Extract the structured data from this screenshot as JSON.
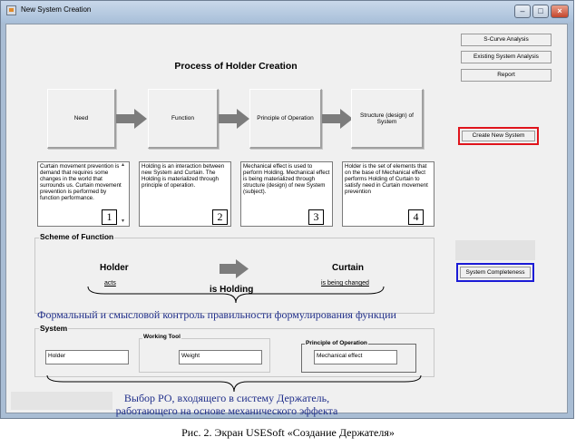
{
  "window": {
    "title": "New System Creation",
    "controls": [
      "minimize-icon",
      "maximize-icon",
      "close-icon"
    ]
  },
  "right_buttons": {
    "scurve": "S-Curve Analysis",
    "existing": "Existing System Analysis",
    "report": "Report",
    "create": "Create New System",
    "completeness": "System Completeness"
  },
  "heading": "Process of Holder Creation",
  "steps": [
    {
      "label": "Need",
      "text": "Curtain movement prevention is demand that requires some changes in the world that surrounds us. Curtain movement prevention is performed by function performance.",
      "num": "1"
    },
    {
      "label": "Function",
      "text": "Holding is an interaction between new System and Curtain. The Holding is materialized through principle of operation.",
      "num": "2"
    },
    {
      "label": "Principle of Operation",
      "text": "Mechanical effect is used to perform Holding. Mechanical effect is being materialized through structure (design) of new System (subject).",
      "num": "3"
    },
    {
      "label": "Structure (design) of System",
      "text": "Holder is the set of elements that on the base of Mechanical effect performs Holding of Curtain to satisfy need in Curtain movement prevention",
      "num": "4"
    }
  ],
  "scheme": {
    "title": "Scheme of Function",
    "subject": "Holder",
    "object": "Curtain",
    "subject_role": "acts",
    "object_role": "is being changed",
    "function": "is Holding"
  },
  "annotation_1": "Формальный и смысловой контроль правильности формулирования функции",
  "system": {
    "title": "System",
    "system_value": "Holder",
    "working_tool_label": "Working Tool",
    "working_tool_value": "Weight",
    "principle_label": "Principle of Operation",
    "principle_value": "Mechanical effect"
  },
  "annotation_2_line1": "Выбор РО, входящего в систему Держатель,",
  "annotation_2_line2": "работающего на основе механического эффекта",
  "caption": "Рис. 2. Экран USESoft «Создание Держателя»",
  "colors": {
    "create_border": "#e0141c",
    "completeness_border": "#1b1bd6",
    "annotation_text": "#1f2e8a",
    "arrow_fill": "#7c7c7c"
  }
}
